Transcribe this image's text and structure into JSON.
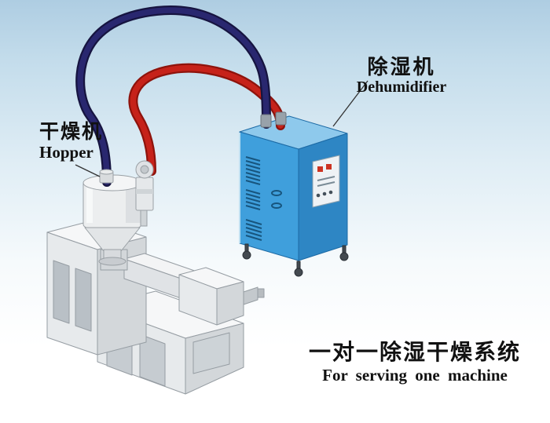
{
  "labels": {
    "hopper": {
      "zh": "干燥机",
      "en": "Hopper"
    },
    "dehumidifier": {
      "zh": "除湿机",
      "en": "Dehumidifier"
    },
    "system": {
      "zh": "一对一除湿干燥系统",
      "en": "For serving one machine"
    }
  },
  "colors": {
    "background_top": "#aecde2",
    "background_bottom": "#ffffff",
    "pipe_red": "#c6221a",
    "pipe_red_dark": "#8e130c",
    "pipe_navy": "#29276f",
    "pipe_navy_dark": "#161440",
    "cabinet_front": "#3f9fdc",
    "cabinet_side": "#2e86c4",
    "cabinet_top": "#8ec9ec",
    "machine_body": "#e7eaec",
    "text": "#111111"
  }
}
